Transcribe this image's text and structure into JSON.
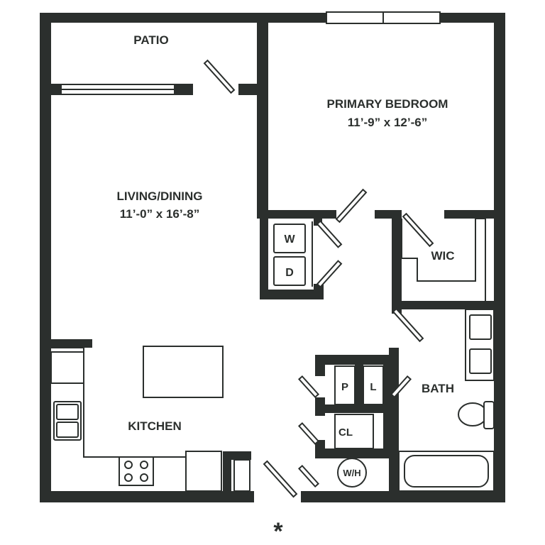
{
  "colors": {
    "wall": "#2b2f2d",
    "background": "#ffffff",
    "fixture": "#2b2f2d"
  },
  "rooms": {
    "patio": "PATIO",
    "primary_bedroom": {
      "name": "PRIMARY BEDROOM",
      "size": "11’-9” x 12’-6”"
    },
    "living_dining": {
      "name": "LIVING/DINING",
      "size": "11’-0” x 16’-8”"
    },
    "kitchen": "KITCHEN",
    "wic": "WIC",
    "bath": "BATH"
  },
  "appliances": {
    "washer": "W",
    "dryer": "D",
    "pantry": "P",
    "linen": "L",
    "closet": "CL",
    "water_heater": "W/H"
  },
  "entry_marker": "*"
}
